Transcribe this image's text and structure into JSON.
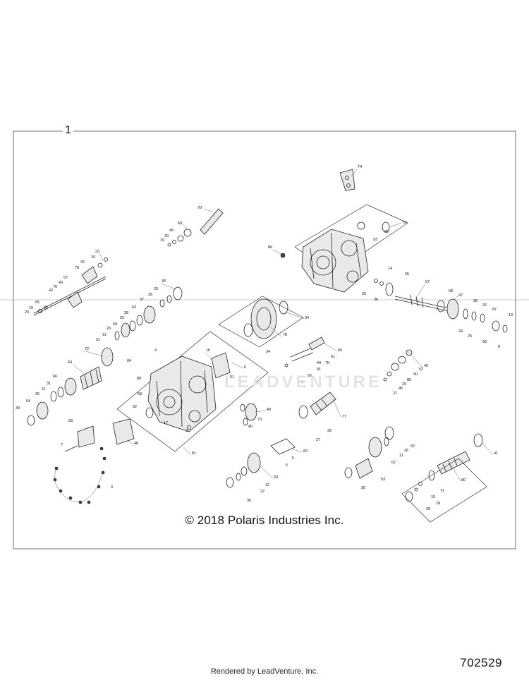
{
  "frame_label": "1",
  "copyright": "© 2018 Polaris Industries Inc.",
  "watermark": "LEADVENTURE",
  "diagram_id": "702529",
  "footer": "Rendered by LeadVenture, Inc.",
  "callouts": {
    "c70": "70",
    "c69": "69",
    "c45": "45",
    "c30": "30",
    "c19": "19",
    "c74": "74",
    "c79": "79",
    "c92a": "92",
    "c93": "93",
    "c86": "86",
    "c14": "14",
    "c20a": "20",
    "c36a": "36",
    "c55": "55",
    "c67": "67",
    "c68a": "68",
    "c47": "47",
    "c35": "35",
    "c26a": "26",
    "c87": "87",
    "c13": "13",
    "c24": "24",
    "c25a": "25",
    "c68b": "68",
    "c8": "8",
    "c23a": "23",
    "c10a": "10",
    "c78a": "78",
    "c42a": "42",
    "c57": "57",
    "c43": "43",
    "c76": "76",
    "c42b": "42",
    "c65": "65",
    "c10b": "10",
    "c23b": "23",
    "c33": "33",
    "c25b": "25",
    "c28a": "28",
    "c37": "37",
    "c63": "63",
    "c28b": "28",
    "c25c": "25",
    "c59": "59",
    "c26b": "26",
    "c11a": "11",
    "c31a": "31",
    "c72": "72",
    "c54": "54",
    "c66": "66",
    "c31b": "31",
    "c11b": "11",
    "c26c": "26",
    "c64": "64",
    "c39a": "39",
    "c34a": "34",
    "c34b": "34",
    "c78b": "78",
    "c50": "50",
    "c61": "61",
    "c44": "44",
    "c75": "75",
    "c91": "91",
    "c56": "56",
    "c9": "9",
    "c49": "49",
    "c52": "52",
    "c90": "90",
    "c85": "85",
    "c29": "29",
    "c46": "46",
    "c21": "21",
    "c4": "4",
    "c16": "16",
    "c84": "84",
    "c89": "89",
    "c6": "6",
    "c51": "51",
    "c58": "58",
    "c92b": "92",
    "c17": "17",
    "c2": "2",
    "c81": "81",
    "c83": "83",
    "c7": "7",
    "c48": "48",
    "c3": "3",
    "c40a": "40",
    "c73": "73",
    "c40b": "40",
    "c77": "77",
    "c38": "38",
    "c27": "27",
    "c82": "82",
    "c5a": "5",
    "c5b": "5",
    "c32": "32",
    "c26d": "26",
    "c11c": "11",
    "c41": "41",
    "c62": "62",
    "c36b": "36",
    "c53": "53",
    "c80": "80",
    "c71": "71",
    "c15": "15",
    "c18": "18",
    "c39b": "39",
    "c12": "12",
    "c22": "22",
    "c60": "60",
    "c36c": "36"
  }
}
